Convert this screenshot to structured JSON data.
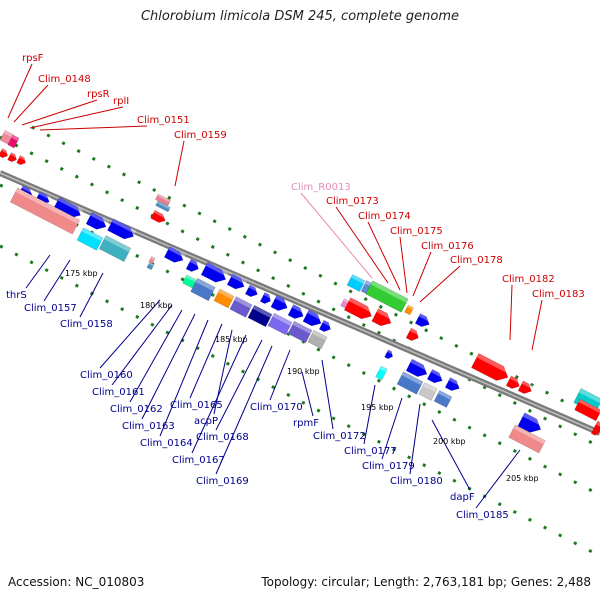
{
  "title": "Chlorobium limicola DSM 245, complete genome",
  "footer": {
    "accession": "Accession: NC_010803",
    "summary": "Topology: circular; Length: 2,763,181 bp; Genes: 2,488"
  },
  "colors": {
    "backbone": "#7a7a7a",
    "dots": "#1f7a1f",
    "top_label": "#cc0000",
    "bottom_label": "#00008b",
    "rna_label": "#e88ab8"
  },
  "scale_labels": [
    "175 kbp",
    "180 kbp",
    "185 kbp",
    "190 kbp",
    "195 kbp",
    "200 kbp",
    "205 kbp"
  ],
  "top_labels": [
    "rpsF",
    "Clim_0148",
    "rpsR",
    "rplI",
    "Clim_0151",
    "Clim_0159",
    "Clim_R0013",
    "Clim_0173",
    "Clim_0174",
    "Clim_0175",
    "Clim_0176",
    "Clim_0178",
    "Clim_0182",
    "Clim_0183"
  ],
  "bottom_labels": [
    "thrS",
    "Clim_0157",
    "Clim_0158",
    "Clim_0160",
    "Clim_0161",
    "Clim_0162",
    "Clim_0163",
    "Clim_0164",
    "Clim_0165",
    "acpP",
    "Clim_0167",
    "Clim_0168",
    "Clim_0169",
    "Clim_0170",
    "rpmF",
    "Clim_0172",
    "Clim_0177",
    "Clim_0179",
    "Clim_0180",
    "dapF",
    "Clim_0185"
  ]
}
